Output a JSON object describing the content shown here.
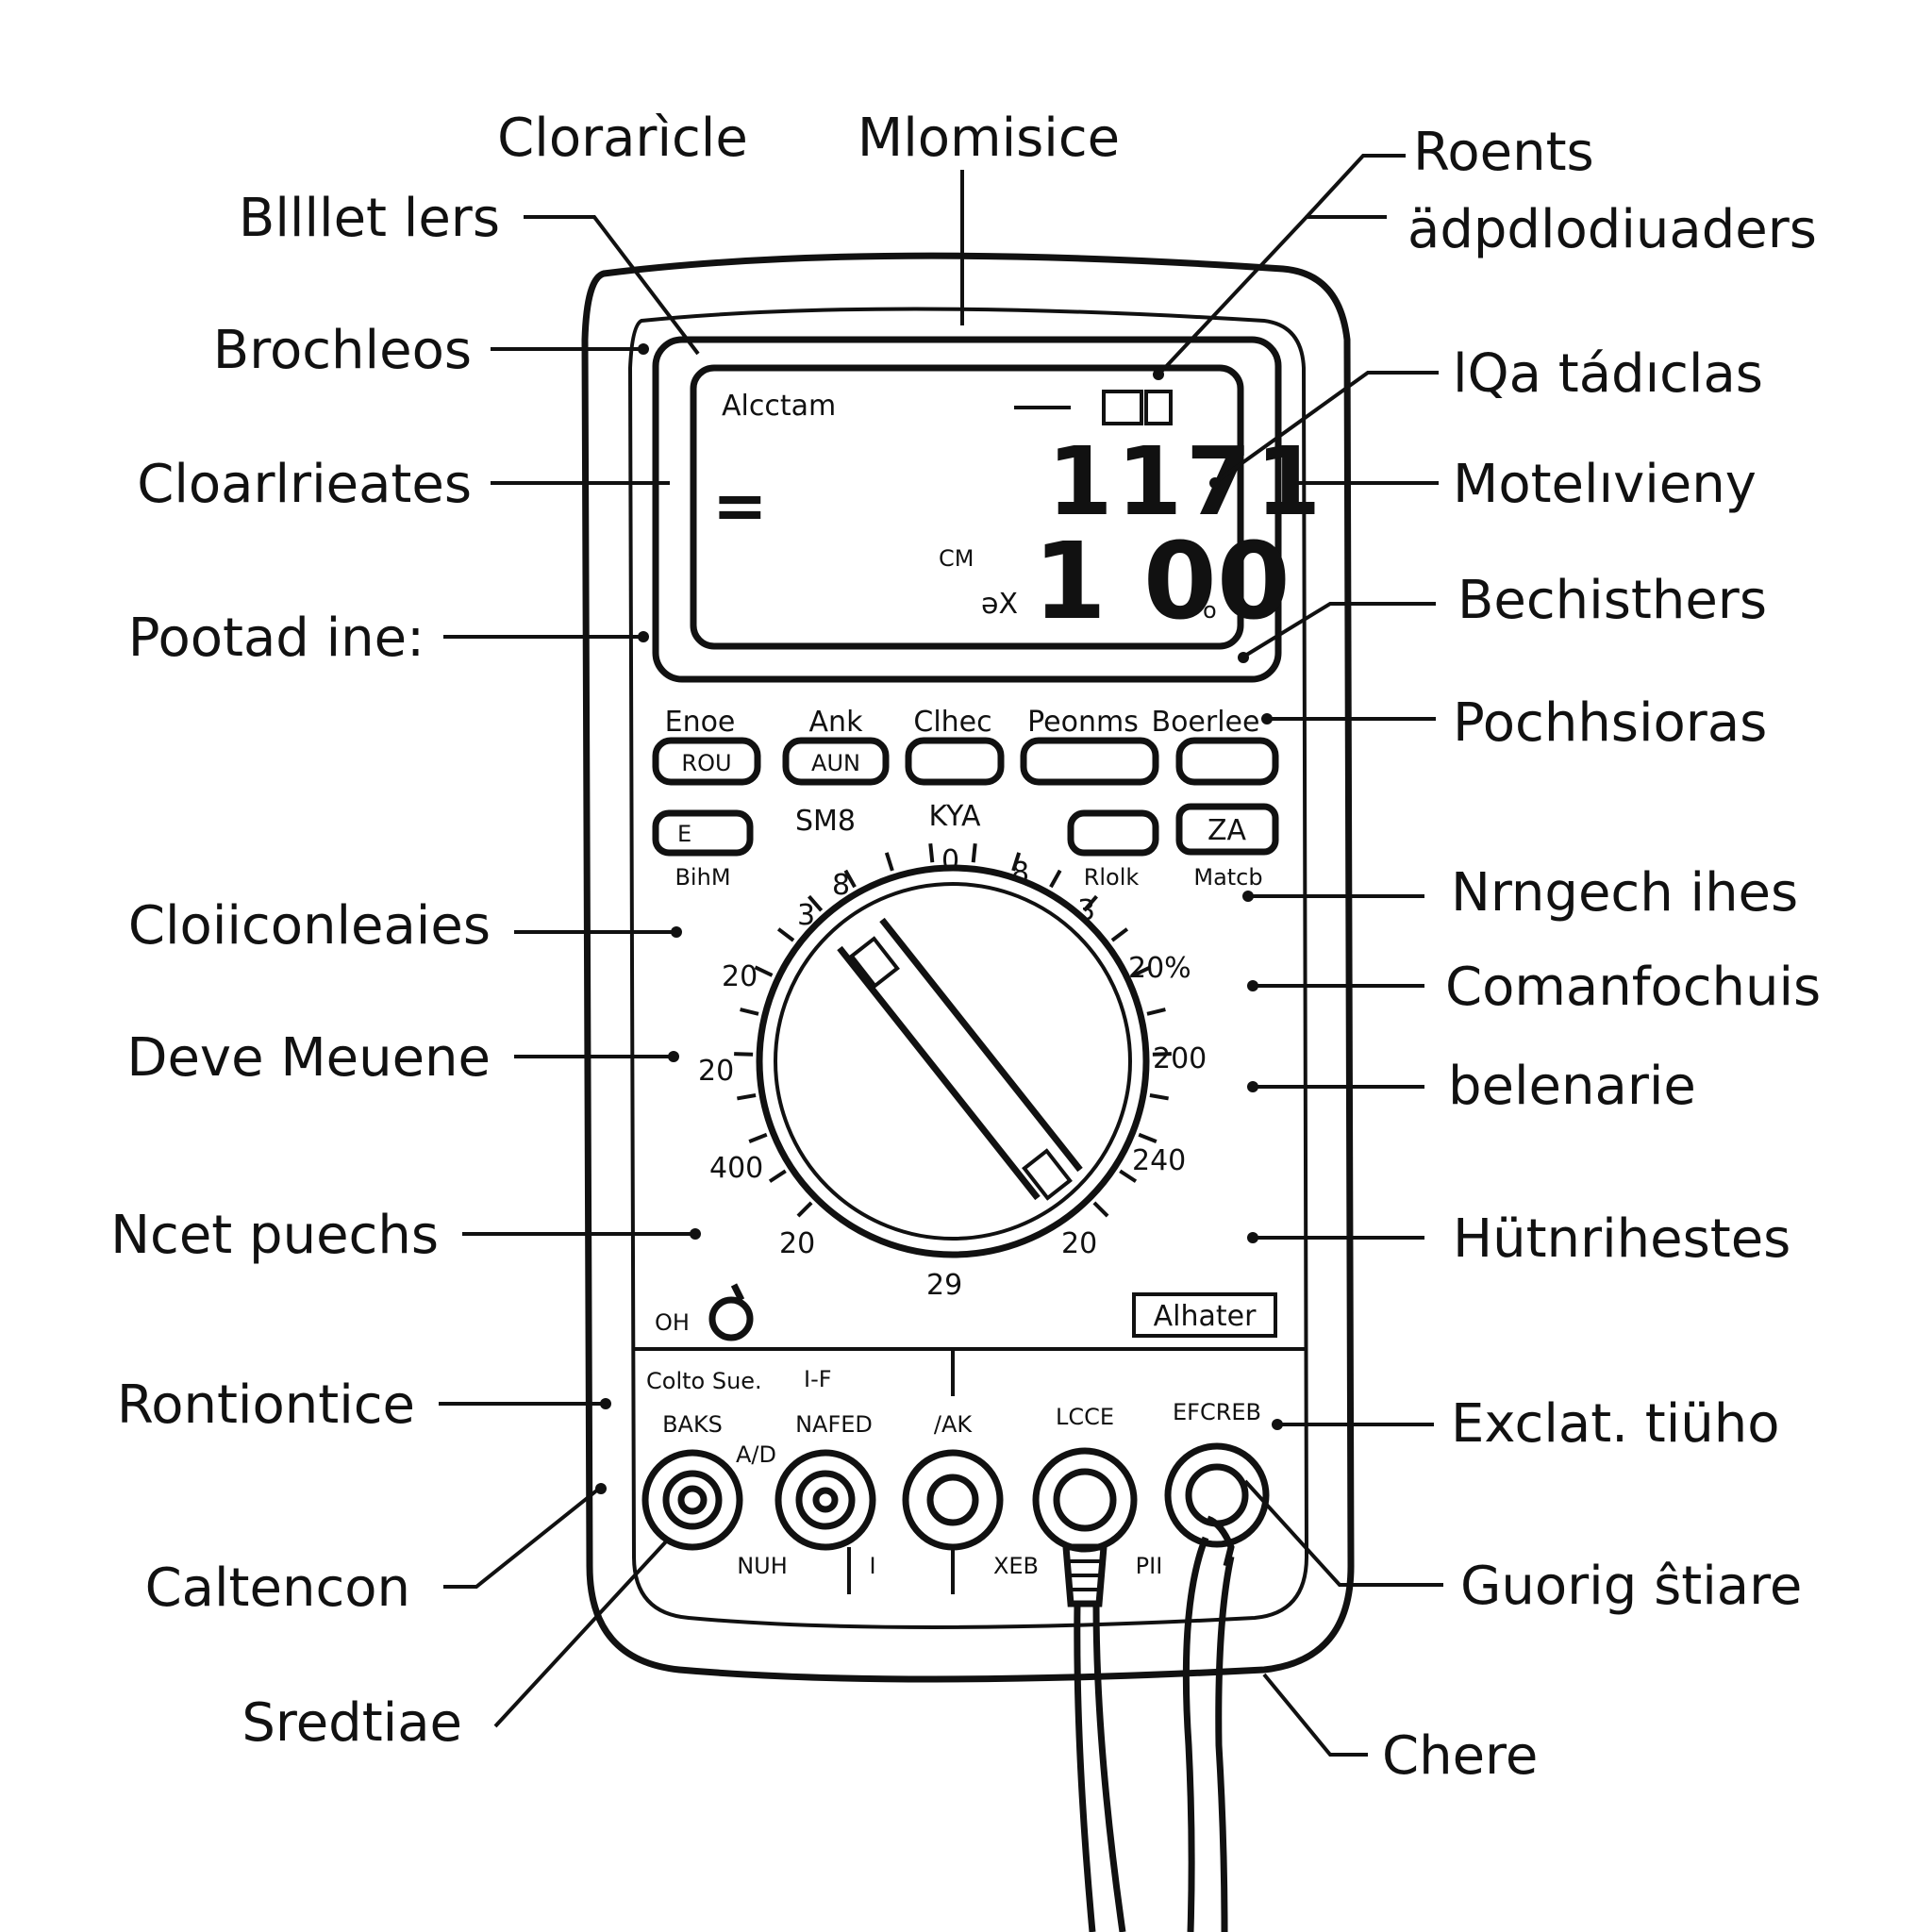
{
  "callouts_left": [
    {
      "label": "Bllllet lers"
    },
    {
      "label": "Brochleos"
    },
    {
      "label": "Cloarlrieates"
    },
    {
      "label": "Pootad ine:"
    },
    {
      "label": "Cloiiconleaies"
    },
    {
      "label": "Deve Meuene"
    },
    {
      "label": "Ncet puechs"
    },
    {
      "label": "Rontiontice"
    },
    {
      "label": "Caltencon"
    },
    {
      "label": "Sredtiae"
    }
  ],
  "callouts_top": [
    {
      "label": "Clorarìcle"
    },
    {
      "label": "Mlomisice"
    }
  ],
  "callouts_right": [
    {
      "label": "Roents"
    },
    {
      "label": "ädpdlodiuaders"
    },
    {
      "label": "lQa tádıclas"
    },
    {
      "label": "Motelıvieny"
    },
    {
      "label": "Bechisthers"
    },
    {
      "label": "Pochhsioras"
    },
    {
      "label": "Nrngech ihes"
    },
    {
      "label": "Comanfochuis"
    },
    {
      "label": "belenarie"
    },
    {
      "label": "Hütnrihestes"
    },
    {
      "label": "Exclat. tiüho"
    },
    {
      "label": "Guorig ŝtiare"
    },
    {
      "label": "Chere"
    }
  ],
  "display": {
    "mode_label": "Alcctam",
    "top_digits": "1171",
    "main_digits": "1 00",
    "unit_small": "CM",
    "unit_side": "ǝX",
    "suffix": "o"
  },
  "buttons_row1": [
    {
      "caption": "Enoe",
      "label": "ROU"
    },
    {
      "caption": "Ank",
      "label": "AUN"
    },
    {
      "caption": "Clhec",
      "label": ""
    },
    {
      "caption": "Peonms",
      "label": ""
    },
    {
      "caption": "Boerlee",
      "label": ""
    }
  ],
  "buttons_row2": [
    {
      "caption": "BihM",
      "label": "E"
    },
    {
      "caption": "SM8",
      "label": ""
    },
    {
      "caption": "KYA",
      "label": ""
    },
    {
      "caption": "Rlolk",
      "label": ""
    },
    {
      "caption": "Matcb",
      "label": "ZA"
    }
  ],
  "dial_ticks": [
    "3",
    "8",
    "0",
    "8",
    "3",
    "20",
    "20%",
    "20",
    "200",
    "400",
    "240",
    "20",
    "29",
    "20"
  ],
  "panel": {
    "on_label": "OH",
    "badge": "Alhater",
    "jack_header": "Colto Sue.",
    "jack_header_mark": "I-F"
  },
  "jacks": [
    {
      "label": "BAKS",
      "sub": "A/D",
      "bottom": "NUH"
    },
    {
      "label": "NAFED",
      "sub": "",
      "bottom": "I"
    },
    {
      "label": "/AK",
      "sub": "",
      "bottom": "XEB"
    },
    {
      "label": "LCCE",
      "sub": "",
      "bottom": "PII"
    },
    {
      "label": "EFCREB",
      "sub": "",
      "bottom": ""
    }
  ]
}
